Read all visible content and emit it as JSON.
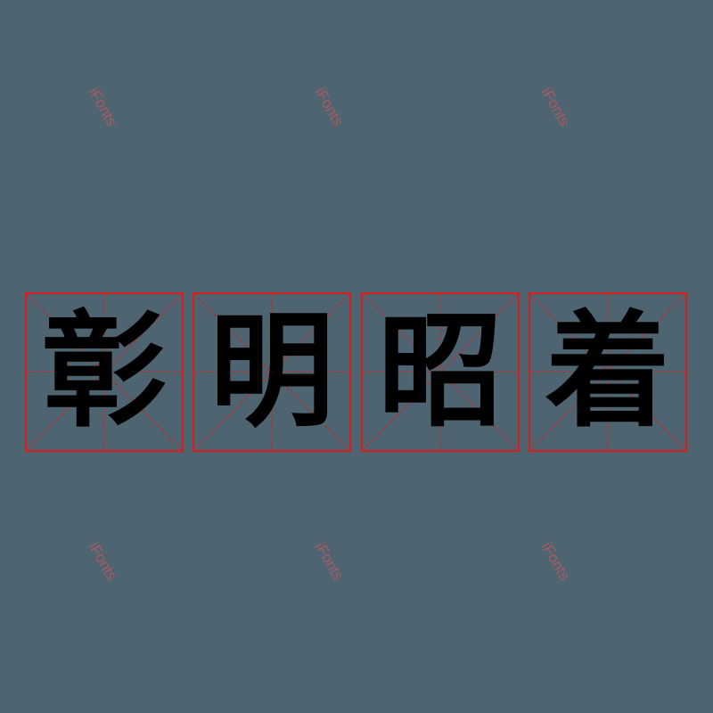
{
  "title_characters": [
    "彰",
    "明",
    "昭",
    "着"
  ],
  "watermark": "iFonts",
  "colors": {
    "background": "#4e6470",
    "grid_line": "#d81e1e",
    "glyph": "#000000",
    "watermark": "#b85a5e"
  }
}
